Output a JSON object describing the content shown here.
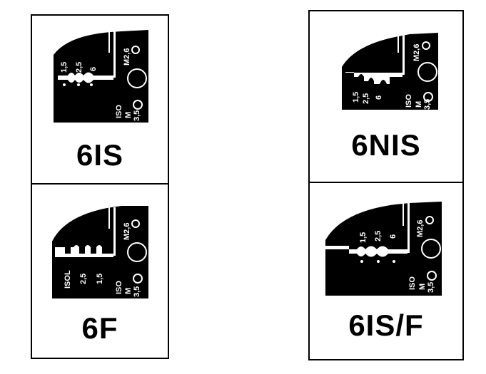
{
  "dies": [
    {
      "id": "6IS",
      "code": "6IS",
      "sizes": [
        "1,5",
        "2,5",
        "6"
      ],
      "label_top": "M2,6",
      "label_iso": "ISO",
      "label_m": "M",
      "label_m_size": "3,5"
    },
    {
      "id": "6F",
      "code": "6F",
      "label_isol": "ISOL",
      "sizes": [
        "2,5",
        "1,5"
      ],
      "label_top": "M2,6",
      "label_iso": "ISO",
      "label_m": "M",
      "label_m_size": "3,5"
    },
    {
      "id": "6NIS",
      "code": "6NIS",
      "sizes": [
        "1,5",
        "2,5",
        "6"
      ],
      "label_top": "M2,6",
      "label_iso": "ISO",
      "label_m": "M",
      "label_m_size": "3,5"
    },
    {
      "id": "6ISF",
      "code": "6IS/F",
      "sizes": [
        "1,5",
        "2,5",
        "6"
      ],
      "label_top": "M2,6",
      "label_iso": "ISO",
      "label_m": "M",
      "label_m_size": "3,5"
    }
  ]
}
